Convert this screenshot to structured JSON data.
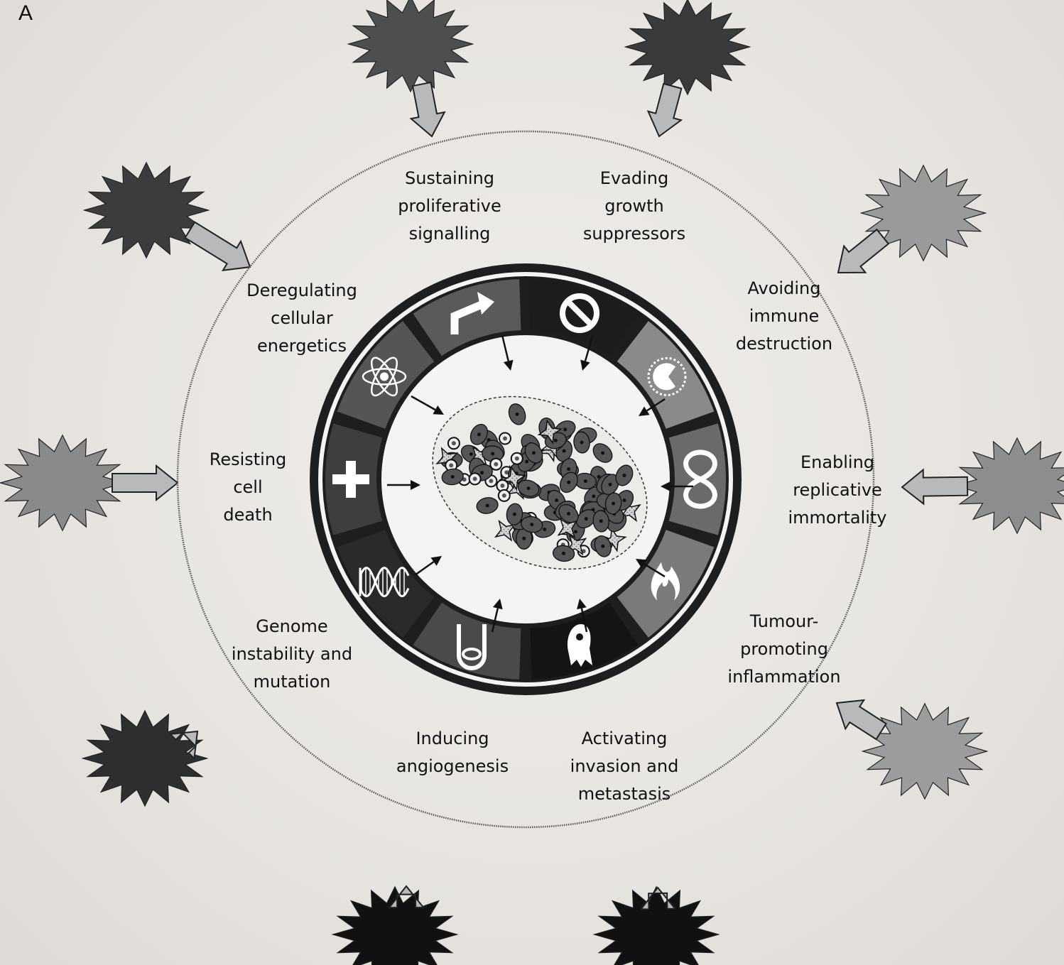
{
  "panel_letter": "A",
  "hallmarks": [
    {
      "key": "sustaining",
      "lines": [
        "Sustaining",
        "proliferative",
        "signalling"
      ],
      "icon": "bent-arrow-icon"
    },
    {
      "key": "evading",
      "lines": [
        "Evading",
        "growth",
        "suppressors"
      ],
      "icon": "prohibited-sign-icon"
    },
    {
      "key": "immune",
      "lines": [
        "Avoiding",
        "immune",
        "destruction"
      ],
      "icon": "immune-cell-icon"
    },
    {
      "key": "immortality",
      "lines": [
        "Enabling",
        "replicative",
        "immortality"
      ],
      "icon": "infinity-icon"
    },
    {
      "key": "inflammation",
      "lines": [
        "Tumour-",
        "promoting",
        "inflammation"
      ],
      "icon": "flame-icon"
    },
    {
      "key": "invasion",
      "lines": [
        "Activating",
        "invasion and",
        "metastasis"
      ],
      "icon": "migrating-cell-icon"
    },
    {
      "key": "angiogenesis",
      "lines": [
        "Inducing",
        "angiogenesis"
      ],
      "icon": "blood-vessel-icon"
    },
    {
      "key": "genome",
      "lines": [
        "Genome",
        "instability and",
        "mutation"
      ],
      "icon": "dna-helix-icon"
    },
    {
      "key": "death",
      "lines": [
        "Resisting",
        "cell",
        "death"
      ],
      "icon": "cross-icon"
    },
    {
      "key": "energetics",
      "lines": [
        "Deregulating",
        "cellular",
        "energetics"
      ],
      "icon": "atom-icon"
    }
  ],
  "colors": {
    "ring": "#1e1e1e",
    "segments": [
      "#5a5a5a",
      "#1c1c1c",
      "#8a8a8a",
      "#6a6a6a",
      "#7a7a7a",
      "#141414",
      "#4a4a4a",
      "#2a2a2a",
      "#3e3e3e",
      "#555555"
    ],
    "bursts": [
      "#4e4e4e",
      "#3a3a3a",
      "#9a9a9a",
      "#8e8e8e",
      "#9c9c9c",
      "#111111",
      "#111111",
      "#2e2e2e",
      "#8a8a8a",
      "#3c3c3c"
    ],
    "arrow_fill": "#b9b9b9"
  }
}
